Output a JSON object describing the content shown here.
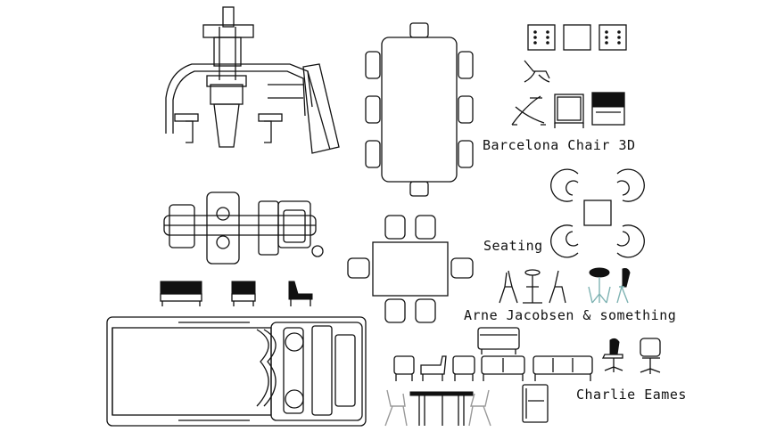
{
  "labels": {
    "barcelona": "Barcelona Chair 3D",
    "seating": "Seating",
    "arne": "Arne Jacobsen & something",
    "charlie": "Charlie Eames"
  },
  "colors": {
    "line": "#111111",
    "cyan_chair": "#7fb3b3",
    "gray_chair": "#9a9a9a",
    "background": "#ffffff"
  }
}
